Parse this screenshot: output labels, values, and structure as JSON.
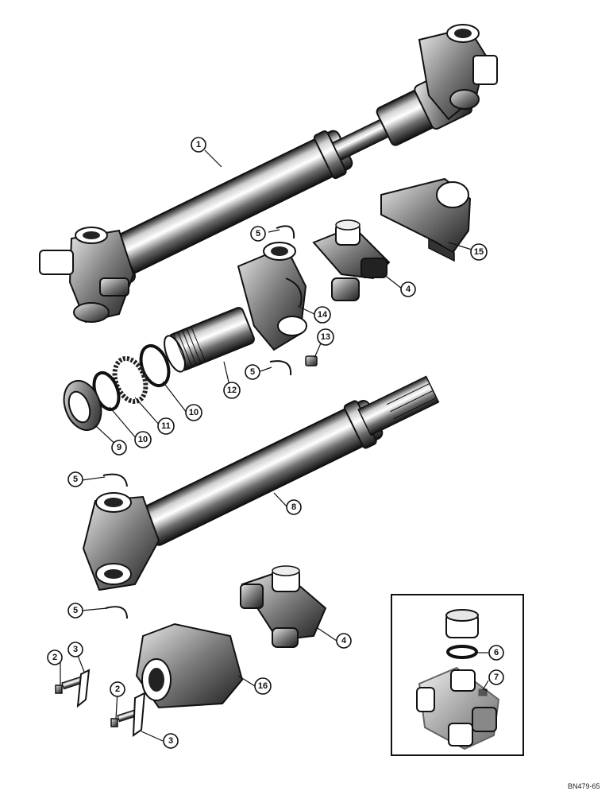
{
  "figure": {
    "code": "BN479-65"
  },
  "callouts": {
    "c1": "1",
    "c2a": "2",
    "c2b": "2",
    "c3a": "3",
    "c3b": "3",
    "c4a": "4",
    "c4b": "4",
    "c5a": "5",
    "c5b": "5",
    "c5c": "5",
    "c5d": "5",
    "c6": "6",
    "c7": "7",
    "c8": "8",
    "c9": "9",
    "c10a": "10",
    "c10b": "10",
    "c11": "11",
    "c12": "12",
    "c13": "13",
    "c14": "14",
    "c15": "15",
    "c16": "16"
  }
}
